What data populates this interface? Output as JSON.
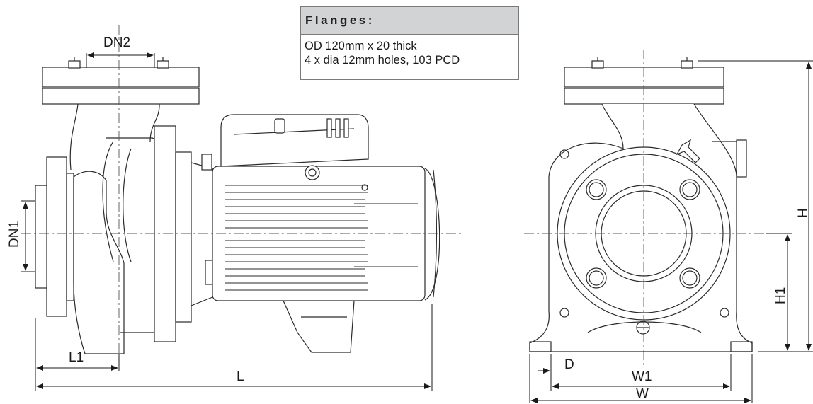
{
  "flanges_box": {
    "title": "Flanges:",
    "lines": [
      "OD 120mm x 20 thick",
      "4 x dia 12mm holes, 103 PCD"
    ]
  },
  "side_view": {
    "labels": {
      "dn2": "DN2",
      "dn1": "DN1",
      "l1": "L1",
      "l": "L"
    }
  },
  "front_view": {
    "labels": {
      "h": "H",
      "h1": "H1",
      "d": "D",
      "w1": "W1",
      "w": "W"
    }
  },
  "colors": {
    "line": "#2a2a2a",
    "header_bg": "#d2d3d5",
    "border": "#7a7a7a"
  }
}
